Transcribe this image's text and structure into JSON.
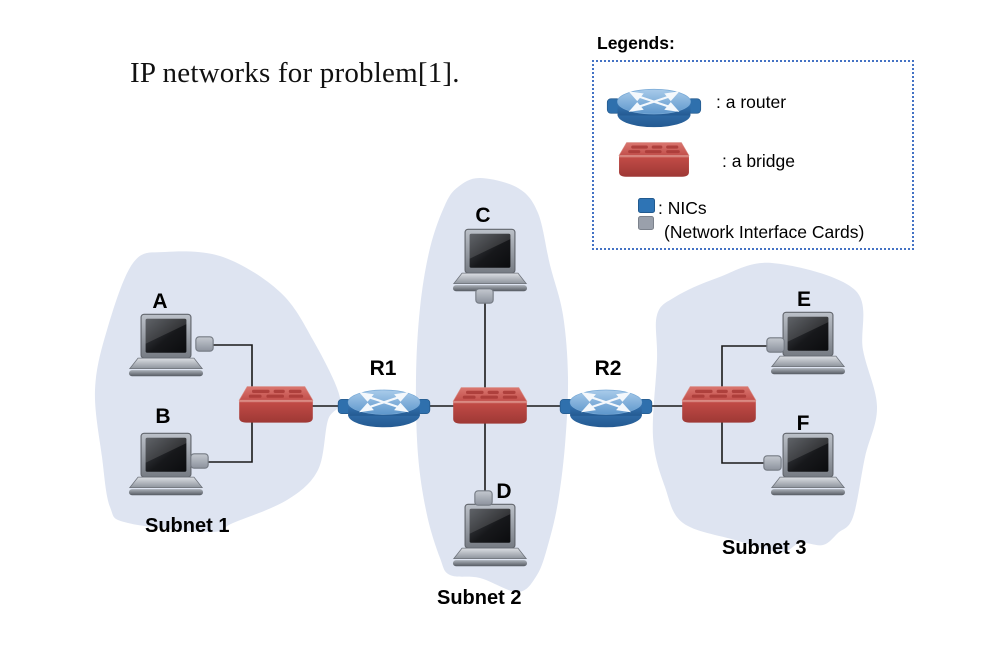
{
  "title": "IP networks for problem[1].",
  "legend": {
    "heading": "Legends:",
    "items": [
      {
        "icon": "router-icon",
        "label": ": a router"
      },
      {
        "icon": "bridge-icon",
        "label": ": a bridge"
      },
      {
        "icon": "nic-icon",
        "label": ": NICs",
        "label2": "(Network Interface Cards)"
      }
    ]
  },
  "subnets": [
    {
      "name": "Subnet 1",
      "hosts": [
        "A",
        "B"
      ]
    },
    {
      "name": "Subnet 2",
      "hosts": [
        "C",
        "D"
      ]
    },
    {
      "name": "Subnet 3",
      "hosts": [
        "E",
        "F"
      ]
    }
  ],
  "routers": [
    {
      "label": "R1"
    },
    {
      "label": "R2"
    }
  ],
  "bridges": [
    {
      "name": "bridge-subnet-1"
    },
    {
      "name": "bridge-subnet-2"
    },
    {
      "name": "bridge-subnet-3"
    }
  ],
  "colors": {
    "subnet_fill": "#dee4f1",
    "router_blue": "#2e74b5",
    "bridge_red": "#c0453f",
    "nic_gray": "#9aa0ab",
    "nic_blue": "#2e74b5",
    "line": "#1a1a1a",
    "legend_border": "#4472c4"
  }
}
